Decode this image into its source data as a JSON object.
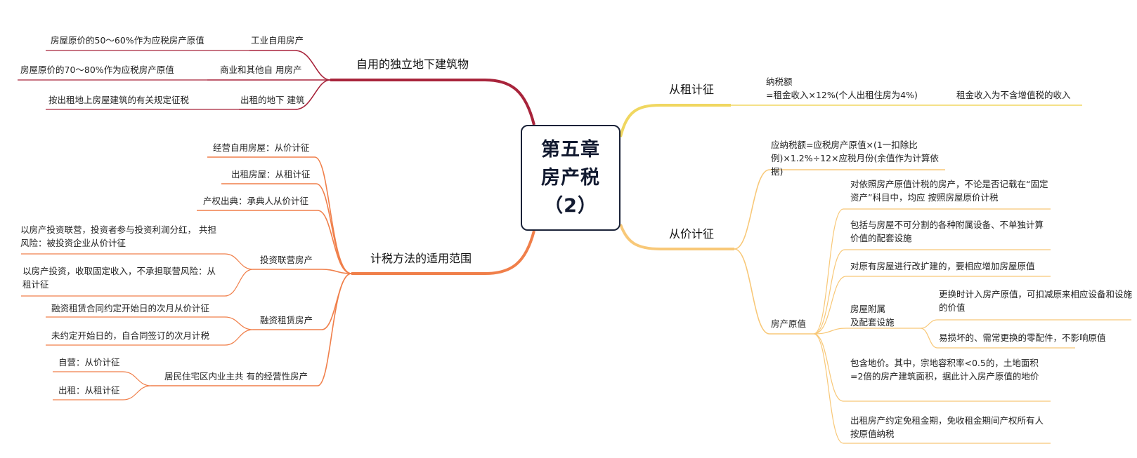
{
  "center": {
    "line1": "第五章",
    "line2": "房产税",
    "line3": "（2）"
  },
  "colors": {
    "crimson": "#a8243b",
    "coral": "#f07f4a",
    "yellow": "#f0d760",
    "amber": "#f8c878"
  },
  "left": {
    "underground": {
      "title": "自用的独立地下建筑物",
      "items": [
        {
          "label": "工业自用房产",
          "detail": "房屋原价的50～60%作为应税房产原值"
        },
        {
          "label": "商业和其他自 用房产",
          "detail": "房屋原价的70～80%作为应税房产原值"
        },
        {
          "label": "出租的地下 建筑",
          "detail": "按出租地上房屋建筑的有关规定征税"
        }
      ]
    },
    "scope": {
      "title": "计税方法的适用范围",
      "operate_self": "经营自用房屋：从价计征",
      "rent_house": "出租房屋：从租计征",
      "pledge": "产权出典：承典人从价计征",
      "invest": {
        "label": "投资联营房产",
        "d1": "以房产投资联营，投资者参与投资利润分红， 共担风险：被投资企业从价计征",
        "d2": "以房产投资，收取固定收入，不承担联营风险：从租计征"
      },
      "lease": {
        "label": "融资租赁房产",
        "d1": "融资租赁合同约定开始日的次月从价计征",
        "d2": "未约定开始日的，自合同签订的次月计税"
      },
      "resident": {
        "label": "居民住宅区内业主共 有的经营性房产",
        "d1": "自营：从价计征",
        "d2": "出租：从租计征"
      }
    }
  },
  "right": {
    "rent_based": {
      "title": "从租计征",
      "formula_l1": "纳税额",
      "formula_l2": "=租金收入×12%(个人出租住房为4%)",
      "note": "租金收入为不含增值税的收入"
    },
    "value_based": {
      "title": "从价计征",
      "formula": "应纳税额=应税房产原值×(1一扣除比例)×1.2%÷12×应税月份(余值作为计算依据)",
      "original_value": {
        "label": "房产原值",
        "i1": "对依照房产原值计税的房产，不论是否记载在“固定资产”科目中，均应 按照房屋原价计税",
        "i2": "包括与房屋不可分割的各种附属设备、不单独计算价值的配套设施",
        "i3": "对原有房屋进行改扩建的，要相应增加房屋原值",
        "attach": {
          "label_l1": "房屋附属",
          "label_l2": "及配套设施",
          "d1": "更换时计入房产原值，可扣减原来相应设备和设施的价值",
          "d2": "易损坏的、需常更换的零配件，不影响原值"
        },
        "i5": "包含地价。其中，宗地容积率<0.5的，土地面积=2倍的房产建筑面积，据此计入房产原值的地价",
        "i6": "出租房产约定免租金期，免收租金期间产权所有人按原值纳税"
      }
    }
  }
}
